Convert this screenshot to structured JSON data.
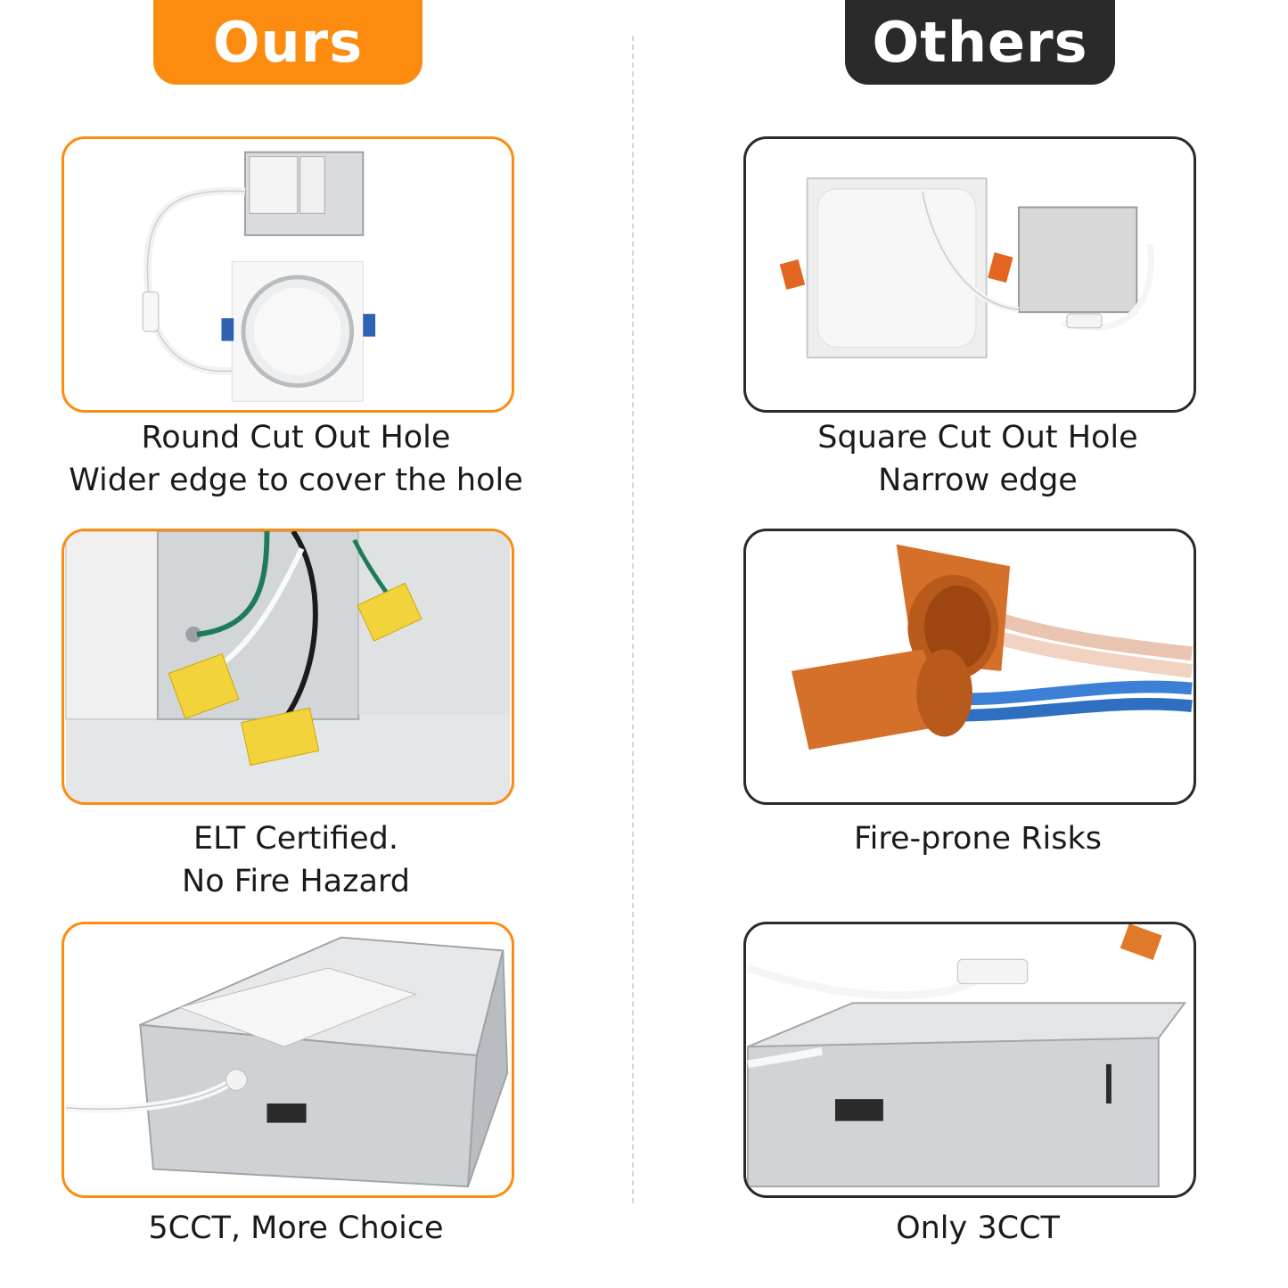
{
  "colors": {
    "ours_accent": "#FB8C0F",
    "others_accent": "#2A2A2A"
  },
  "headers": {
    "ours": "Ours",
    "others": "Others"
  },
  "rows": [
    {
      "ours": {
        "line1": "Round Cut Out Hole",
        "line2": "Wider edge to cover the hole",
        "icon": "round-recessed-light-image"
      },
      "others": {
        "line1": "Square Cut Out Hole",
        "line2": "Narrow edge",
        "icon": "square-recessed-light-image"
      }
    },
    {
      "ours": {
        "line1": "ELT Certified.",
        "line2": "No Fire Hazard",
        "icon": "lever-connector-junction-box-image"
      },
      "others": {
        "line1": "Fire-prone Risks",
        "line2": "",
        "icon": "wire-nut-connectors-image"
      }
    },
    {
      "ours": {
        "line1": "5CCT, More Choice",
        "line2": "",
        "icon": "junction-box-5cct-switch-image"
      },
      "others": {
        "line1": "Only 3CCT",
        "line2": "",
        "icon": "junction-box-3cct-switch-image"
      }
    }
  ]
}
